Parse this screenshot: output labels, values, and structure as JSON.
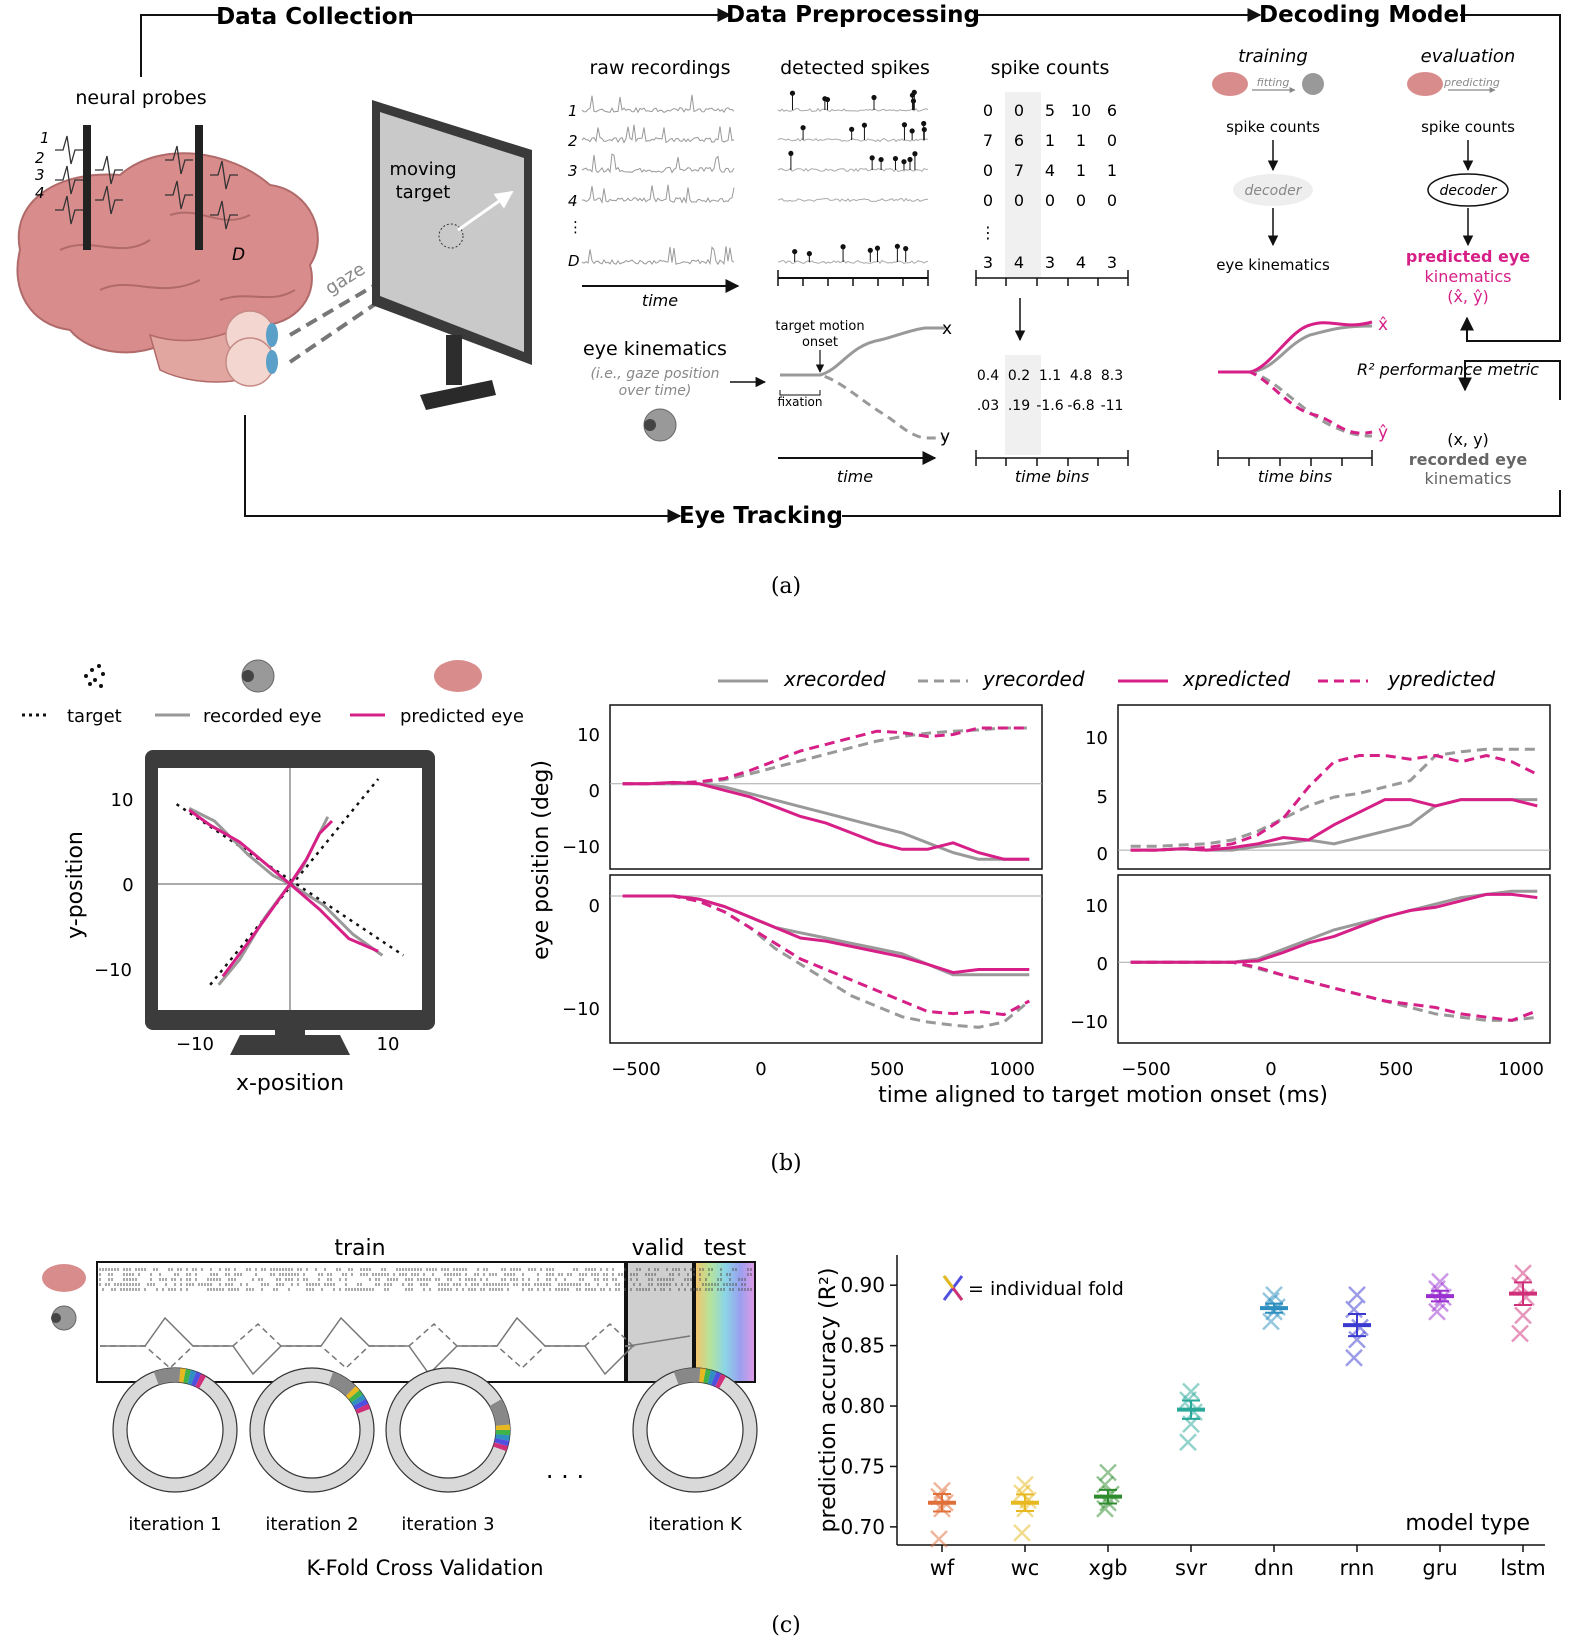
{
  "panel_a": {
    "caption": "(a)",
    "flow": {
      "data_collection": "Data Collection",
      "data_preprocessing": "Data Preprocessing",
      "decoding_model": "Decoding Model",
      "eye_tracking": "Eye Tracking"
    },
    "neural_probes": "neural probes",
    "channel_labels": [
      "1",
      "2",
      "3",
      "4",
      "D"
    ],
    "gaze": "gaze",
    "moving_target": [
      "moving",
      "target"
    ],
    "raw_recordings": "raw recordings",
    "detected_spikes": "detected spikes",
    "spike_counts": "spike counts",
    "row_labels": [
      "1",
      "2",
      "3",
      "4",
      "⋮",
      "D"
    ],
    "time": "time",
    "time_bins": "time bins",
    "count_matrix": [
      [
        "0",
        "0",
        "5",
        "10",
        "6"
      ],
      [
        "7",
        "6",
        "1",
        "1",
        "0"
      ],
      [
        "0",
        "7",
        "4",
        "1",
        "1"
      ],
      [
        "0",
        "0",
        "0",
        "0",
        "0"
      ],
      [
        "3",
        "4",
        "3",
        "4",
        "3"
      ]
    ],
    "eye_kinematics": "eye kinematics",
    "eye_kin_note": [
      "(i.e., gaze position",
      "over time)"
    ],
    "target_motion_onset": [
      "target motion",
      "onset"
    ],
    "fixation": "fixation",
    "x_label": "x",
    "y_label": "y",
    "kin_matrix": [
      [
        "0.4",
        "0.2",
        "1.1",
        "4.8",
        "8.3"
      ],
      [
        ".03",
        ".19",
        "-1.6",
        "-6.8",
        "-11"
      ]
    ],
    "training": "training",
    "evaluation": "evaluation",
    "fitting": "fitting",
    "predicting": "predicting",
    "decoder": "decoder",
    "eye_kinematics_out": "eye kinematics",
    "predicted_eye": [
      "predicted eye",
      "kinematics",
      "(x̂, ŷ)"
    ],
    "r2_metric": "R² performance metric",
    "recorded_eye": [
      "(x, y)",
      "recorded eye",
      "kinematics"
    ],
    "x_hat": "x̂",
    "y_hat": "ŷ"
  },
  "panel_b": {
    "caption": "(b)",
    "legend_left": [
      "target",
      "recorded eye",
      "predicted eye"
    ],
    "legend_right": [
      "xrecorded",
      "yrecorded",
      "xpredicted",
      "ypredicted"
    ],
    "xy_plot": {
      "xlabel": "x-position",
      "ylabel": "y-position",
      "xticks": [
        "−10",
        "10"
      ],
      "yticks": [
        "10",
        "0",
        "−10"
      ]
    },
    "ylabel": "eye position (deg)",
    "xlabel": "time aligned to target motion onset (ms)",
    "xticks": [
      "−500",
      "0",
      "500",
      "1000"
    ],
    "sub_yticks": [
      [
        "10",
        "0",
        "−10"
      ],
      [
        "10",
        "5",
        "0"
      ],
      [
        "0",
        "−10"
      ],
      [
        "10",
        "0",
        "−10"
      ]
    ]
  },
  "panel_c": {
    "caption": "(c)",
    "train": "train",
    "valid": "valid",
    "test": "test",
    "iterations": [
      "iteration 1",
      "iteration 2",
      "iteration 3",
      "iteration K"
    ],
    "ellipsis": ". . .",
    "kfold": "K-Fold Cross Validation",
    "fold_note": "= individual fold",
    "model_type": "model type"
  },
  "chart_data": {
    "type": "scatter",
    "ylabel": "prediction accuracy (R²)",
    "xlabel": "model type",
    "categories": [
      "wf",
      "wc",
      "xgb",
      "svr",
      "dnn",
      "rnn",
      "gru",
      "lstm"
    ],
    "means": [
      0.72,
      0.72,
      0.725,
      0.797,
      0.881,
      0.867,
      0.891,
      0.893
    ],
    "fold_values": [
      [
        0.69,
        0.715,
        0.72,
        0.725,
        0.73
      ],
      [
        0.695,
        0.715,
        0.722,
        0.728,
        0.735
      ],
      [
        0.715,
        0.72,
        0.727,
        0.735,
        0.745
      ],
      [
        0.77,
        0.785,
        0.795,
        0.805,
        0.812
      ],
      [
        0.87,
        0.878,
        0.882,
        0.887,
        0.892
      ],
      [
        0.84,
        0.855,
        0.865,
        0.88,
        0.892
      ],
      [
        0.878,
        0.885,
        0.89,
        0.897,
        0.903
      ],
      [
        0.86,
        0.875,
        0.89,
        0.9,
        0.91
      ]
    ],
    "colors": [
      "#e0703a",
      "#e8b820",
      "#2e8b2e",
      "#2aa89a",
      "#2e8fc0",
      "#3a3ad0",
      "#9a30d0",
      "#d0307a"
    ],
    "ylim": [
      0.685,
      0.925
    ],
    "yticks": [
      "0.90",
      "0.85",
      "0.80",
      "0.75",
      "0.70"
    ],
    "ytick_values": [
      0.9,
      0.85,
      0.8,
      0.75,
      0.7
    ],
    "grid": false
  }
}
